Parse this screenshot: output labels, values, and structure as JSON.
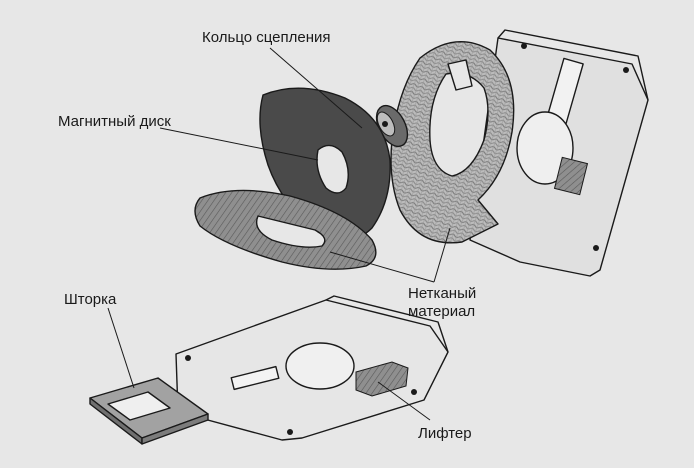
{
  "labels": {
    "clutch_ring": "Кольцо сцепления",
    "magnetic_disk": "Магнитный диск",
    "nonwoven_line1": "Нетканый",
    "nonwoven_line2": "материал",
    "shutter": "Шторка",
    "lifter": "Лифтер"
  },
  "colors": {
    "background": "#e7e7e7",
    "ink": "#1a1a1a",
    "disk": "#4a4a4a",
    "fabric": "#b9b9b9",
    "fabric_shade": "#7d7d7d",
    "shell": "#e2e2e2",
    "shutter": "#9a9a9a"
  }
}
